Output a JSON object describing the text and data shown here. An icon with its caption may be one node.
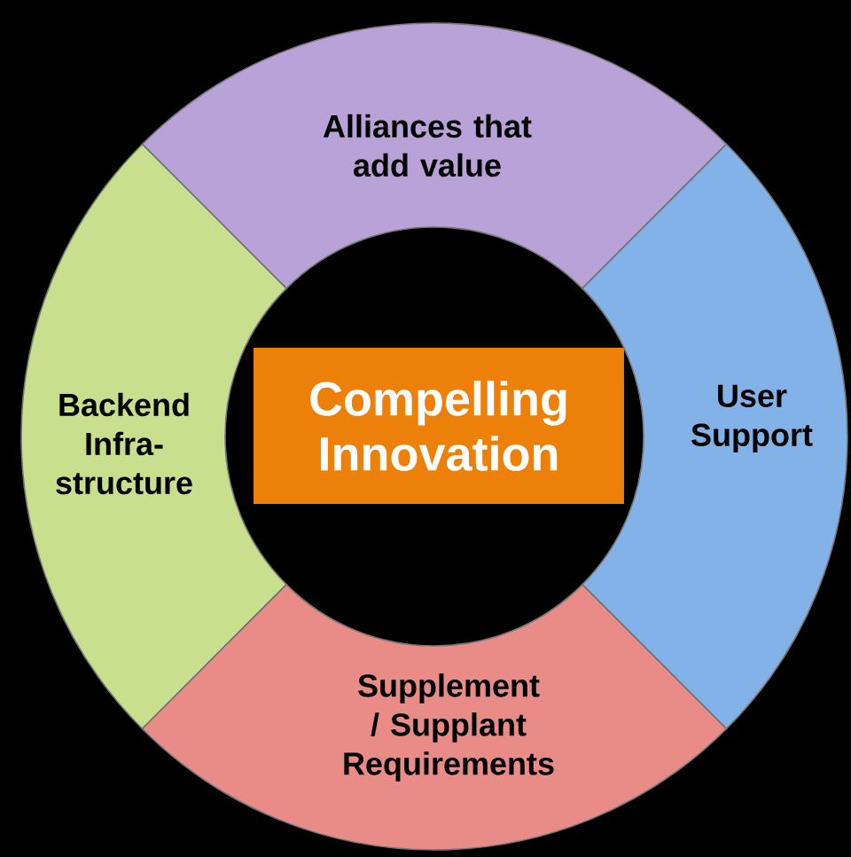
{
  "diagram": {
    "nodes": [
      {
        "text": [
          "Alliances that add value"
        ]
      },
      {
        "text": [
          "Backend Infra- structure"
        ]
      },
      {
        "text": [
          "Compelling Innovation"
        ]
      },
      {
        "text": [
          "User Support"
        ]
      },
      {
        "text": [
          "Supplement / Supplant Requirements"
        ]
      }
    ]
  }
}
